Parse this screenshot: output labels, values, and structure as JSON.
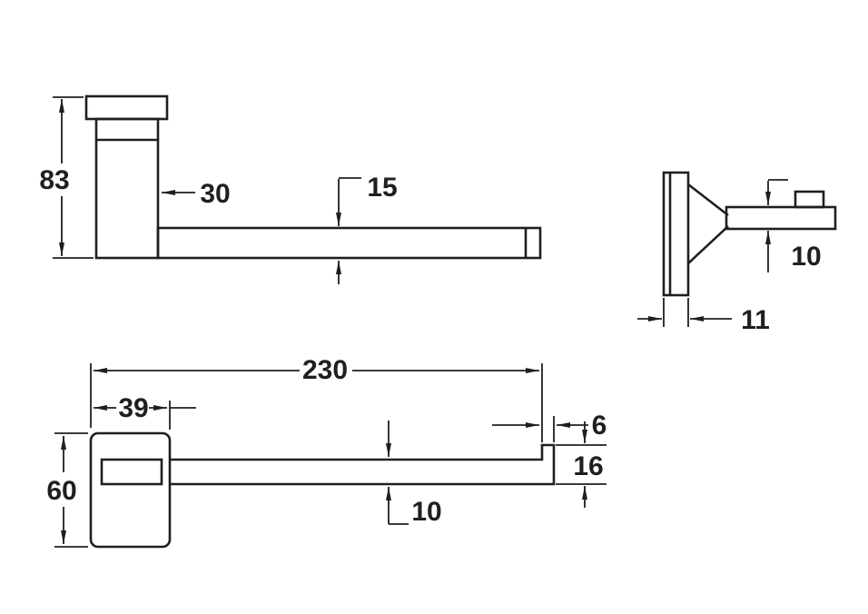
{
  "drawing": {
    "background": "#ffffff",
    "line_color": "#1f1f1f",
    "views": {
      "front": {
        "dims": {
          "overall_height": "83",
          "post_width": "30",
          "bar_thickness": "15"
        }
      },
      "side": {
        "dims": {
          "bar_depth": "10",
          "plate_thickness": "11"
        }
      },
      "plan": {
        "dims": {
          "overall_length": "230",
          "plate_width": "39",
          "plate_height": "60",
          "bar_width": "10",
          "end_hook_width": "6",
          "end_hook_depth": "16"
        }
      }
    }
  }
}
